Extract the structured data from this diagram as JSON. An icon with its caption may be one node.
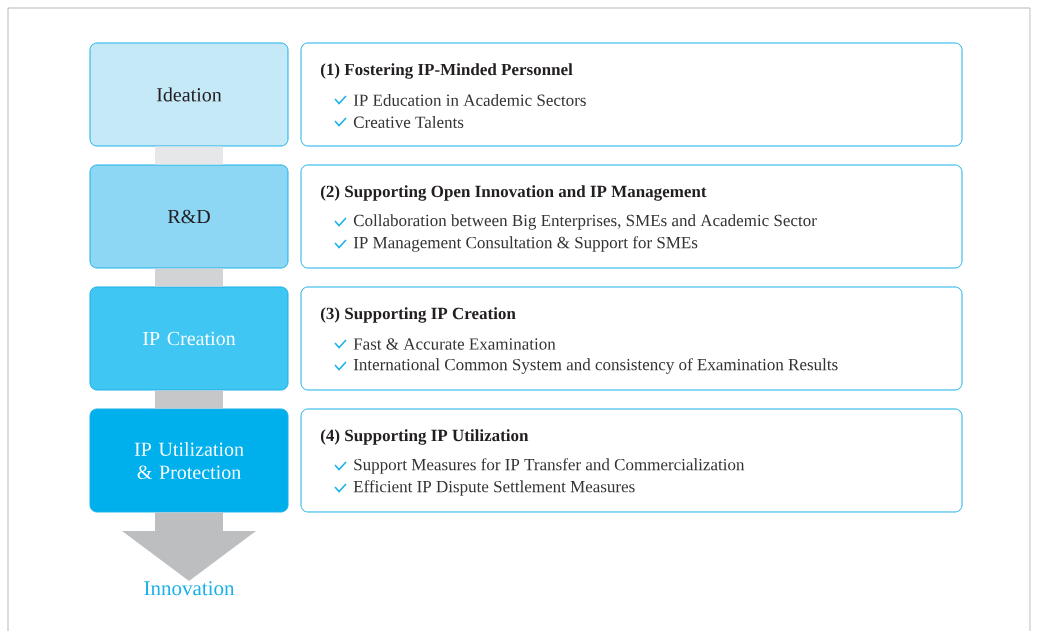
{
  "diagram": {
    "nodes": [
      {
        "text": [
          "Ideation"
        ]
      },
      {
        "text": [
          "R&D"
        ]
      },
      {
        "text": [
          "IP Creation"
        ]
      },
      {
        "text": [
          "IP Utilization & Protection"
        ]
      },
      {
        "text": [
          "(1) Fostering IP-Minded Personnel",
          "IP Education in Academic Sectors",
          "Creative Talents"
        ]
      },
      {
        "text": [
          "(2) Supporting Open Innovation and IP Management",
          "Collaboration between Big Enterprises, SMEs and Academic Sector",
          "IP Management Consultation & Support for SMEs"
        ]
      },
      {
        "text": [
          "(3) Supporting IP Creation",
          "Fast & Accurate Examination",
          "International Common System and consistency of Examination Results"
        ]
      },
      {
        "text": [
          "(4) Supporting IP Utilization",
          "Support Measures for IP Transfer and Commercialization",
          "Efficient IP Dispute Settlement Measures"
        ]
      },
      {
        "text": [
          "Innovation"
        ]
      }
    ],
    "edges": [
      {
        "from": 0,
        "to": 1,
        "arrow": "none",
        "color": "#e6e7e8"
      },
      {
        "from": 1,
        "to": 2,
        "arrow": "none",
        "color": "#d1d3d4"
      },
      {
        "from": 2,
        "to": 3,
        "arrow": "none",
        "color": "#c6c7c9"
      },
      {
        "from": 3,
        "to": 8,
        "arrow": "to",
        "color": "#bcbec0"
      }
    ]
  }
}
